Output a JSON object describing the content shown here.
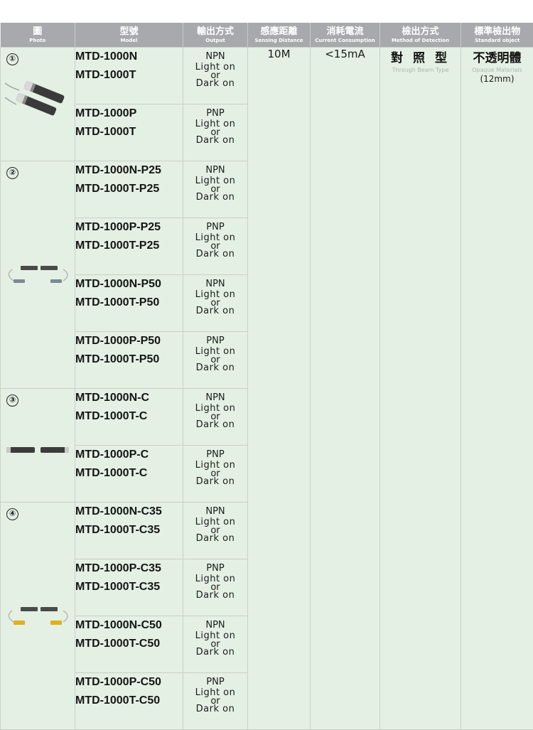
{
  "headers": [
    {
      "zh": "圖",
      "en": "Photo"
    },
    {
      "zh": "型號",
      "en": "Model"
    },
    {
      "zh": "輸出方式",
      "en": "Output"
    },
    {
      "zh": "感應距離",
      "en": "Sensing Distance"
    },
    {
      "zh": "消耗電流",
      "en": "Current Consumption"
    },
    {
      "zh": "檢出方式",
      "en": "Method of Detection"
    },
    {
      "zh": "標準檢出物",
      "en": "Standard object"
    }
  ],
  "groups": [
    {
      "label": "①",
      "icon": "bullet-sensor-pair-icon"
    },
    {
      "label": "②",
      "icon": "cable-sensor-pair-icon"
    },
    {
      "label": "③",
      "icon": "connector-sensor-pair-icon"
    },
    {
      "label": "④",
      "icon": "yellow-connector-sensor-pair-icon"
    }
  ],
  "rows": [
    {
      "m1": "MTD-1000N",
      "m2": "MTD-1000T",
      "out": "NPN"
    },
    {
      "m1": "MTD-1000P",
      "m2": "MTD-1000T",
      "out": "PNP"
    },
    {
      "m1": "MTD-1000N-P25",
      "m2": "MTD-1000T-P25",
      "out": "NPN"
    },
    {
      "m1": "MTD-1000P-P25",
      "m2": "MTD-1000T-P25",
      "out": "PNP"
    },
    {
      "m1": "MTD-1000N-P50",
      "m2": "MTD-1000T-P50",
      "out": "NPN"
    },
    {
      "m1": "MTD-1000P-P50",
      "m2": "MTD-1000T-P50",
      "out": "PNP"
    },
    {
      "m1": "MTD-1000N-C",
      "m2": "MTD-1000T-C",
      "out": "NPN"
    },
    {
      "m1": "MTD-1000P-C",
      "m2": "MTD-1000T-C",
      "out": "PNP"
    },
    {
      "m1": "MTD-1000N-C35",
      "m2": "MTD-1000T-C35",
      "out": "NPN"
    },
    {
      "m1": "MTD-1000P-C35",
      "m2": "MTD-1000T-C35",
      "out": "PNP"
    },
    {
      "m1": "MTD-1000N-C50",
      "m2": "MTD-1000T-C50",
      "out": "NPN"
    },
    {
      "m1": "MTD-1000P-C50",
      "m2": "MTD-1000T-C50",
      "out": "PNP"
    }
  ],
  "output_modes": {
    "light": "Light  on",
    "or": "or",
    "dark": "Dark  on"
  },
  "common": {
    "distance": "10M",
    "current": "<15mA",
    "method_zh": "對照型",
    "method_en": "Through Beam Type",
    "object_zh": "不透明體",
    "object_en": "Opaque Materials",
    "object_size": "(12mm)"
  },
  "colors": {
    "header_bg": "#a7a9ac",
    "cell_bg": "#e4f0e4",
    "grid": "#c9cfc9"
  }
}
